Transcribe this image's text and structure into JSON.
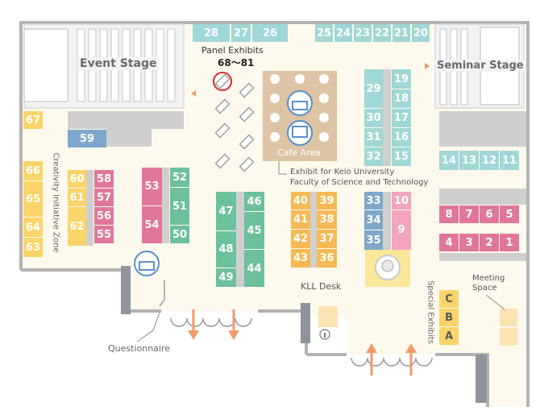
{
  "map": {
    "colors": {
      "teal": "#9fd8d6",
      "green": "#6cc09c",
      "pink": "#e0779a",
      "lightpink": "#f3a5be",
      "orange": "#f7b954",
      "yellow": "#fad46a",
      "lightyellow": "#fae89a",
      "blue": "#7ea7cc",
      "cafe": "#dcc4a4",
      "gray": "#cfcfcf",
      "wall": "#b3b3b3",
      "floor": "#fdf9ec",
      "arrow": "#ef9b6b"
    },
    "labels": {
      "event_stage": "Event Stage",
      "seminar_stage": "Seminar Stage",
      "panel_exhibits": "Panel Exhibits",
      "panel_range": "68～81",
      "cafe_area": "Cafe Area",
      "keio_line1": "Exhibit for Keio University",
      "keio_line2": "Faculty of Science and Technology",
      "creativity_zone": "Creativity Initiative Zone",
      "kll_desk": "KLL Desk",
      "special_exhibits": "Special Exhibits",
      "meeting_space_line1": "Meeting",
      "meeting_space_line2": "Space",
      "questionnaire": "Questionnaire"
    },
    "icons": [
      "voting-box-icon",
      "monitor-person-icon",
      "voting-box-icon",
      "robot-icon",
      "info-icon"
    ],
    "booths": [
      {
        "id": "28"
      },
      {
        "id": "27"
      },
      {
        "id": "26"
      },
      {
        "id": "25"
      },
      {
        "id": "24"
      },
      {
        "id": "23"
      },
      {
        "id": "22"
      },
      {
        "id": "21"
      },
      {
        "id": "20"
      },
      {
        "id": "29"
      },
      {
        "id": "30"
      },
      {
        "id": "31"
      },
      {
        "id": "32"
      },
      {
        "id": "19"
      },
      {
        "id": "18"
      },
      {
        "id": "17"
      },
      {
        "id": "16"
      },
      {
        "id": "15"
      },
      {
        "id": "14"
      },
      {
        "id": "13"
      },
      {
        "id": "12"
      },
      {
        "id": "11"
      },
      {
        "id": "8"
      },
      {
        "id": "7"
      },
      {
        "id": "6"
      },
      {
        "id": "5"
      },
      {
        "id": "4"
      },
      {
        "id": "3"
      },
      {
        "id": "2"
      },
      {
        "id": "1"
      },
      {
        "id": "67"
      },
      {
        "id": "59"
      },
      {
        "id": "66"
      },
      {
        "id": "65"
      },
      {
        "id": "64"
      },
      {
        "id": "63"
      },
      {
        "id": "60"
      },
      {
        "id": "61"
      },
      {
        "id": "62"
      },
      {
        "id": "58"
      },
      {
        "id": "57"
      },
      {
        "id": "56"
      },
      {
        "id": "55"
      },
      {
        "id": "53"
      },
      {
        "id": "54"
      },
      {
        "id": "52"
      },
      {
        "id": "51"
      },
      {
        "id": "50"
      },
      {
        "id": "47"
      },
      {
        "id": "48"
      },
      {
        "id": "49"
      },
      {
        "id": "46"
      },
      {
        "id": "45"
      },
      {
        "id": "44"
      },
      {
        "id": "40"
      },
      {
        "id": "41"
      },
      {
        "id": "42"
      },
      {
        "id": "43"
      },
      {
        "id": "39"
      },
      {
        "id": "38"
      },
      {
        "id": "37"
      },
      {
        "id": "36"
      },
      {
        "id": "33"
      },
      {
        "id": "34"
      },
      {
        "id": "35"
      },
      {
        "id": "10"
      },
      {
        "id": "9"
      },
      {
        "id": "C"
      },
      {
        "id": "B"
      },
      {
        "id": "A"
      }
    ]
  }
}
